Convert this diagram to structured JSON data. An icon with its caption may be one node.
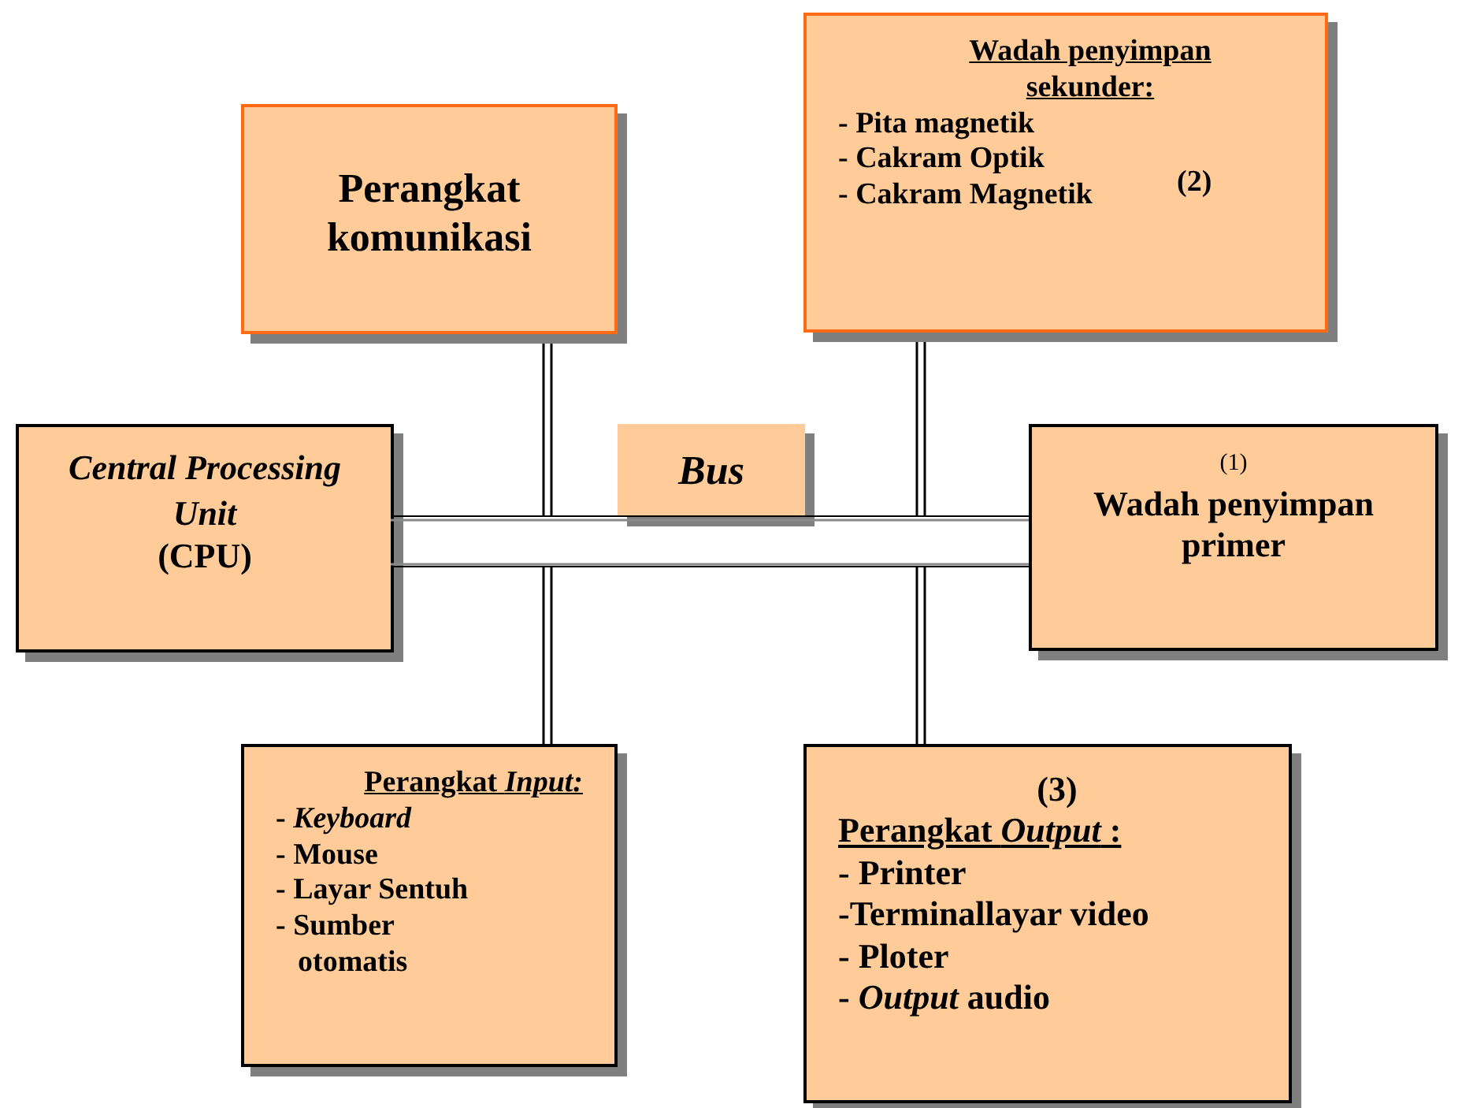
{
  "diagram": {
    "nodes": [
      {
        "text": [
          "Perangkat komunikasi"
        ]
      },
      {
        "text": [
          "Wadah penyimpan sekunder:",
          "- Pita magnetik",
          "- Cakram Optik",
          "(2)",
          "- Cakram Magnetik"
        ]
      },
      {
        "text": [
          "Central Processing Unit",
          "(CPU)"
        ]
      },
      {
        "text": [
          "Bus"
        ]
      },
      {
        "text": [],
        "shape": "bar"
      },
      {
        "text": [
          "(1)",
          "Wadah penyimpan primer"
        ]
      },
      {
        "text": [
          "Perangkat *Input:*",
          "- *Keyboard*",
          "- Mouse",
          "- Layar Sentuh",
          "- Sumber otomatis"
        ]
      },
      {
        "text": [
          "(3)",
          "Perangkat *Output* :",
          "- Printer",
          "-Terminallayar video",
          "- Ploter",
          "- *Output* audio"
        ]
      }
    ],
    "edges": [
      {
        "from": 0,
        "to": 4,
        "arrow": "none"
      },
      {
        "from": 1,
        "to": 4,
        "arrow": "none"
      },
      {
        "from": 6,
        "to": 4,
        "arrow": "none"
      },
      {
        "from": 7,
        "to": 4,
        "arrow": "none"
      }
    ]
  }
}
